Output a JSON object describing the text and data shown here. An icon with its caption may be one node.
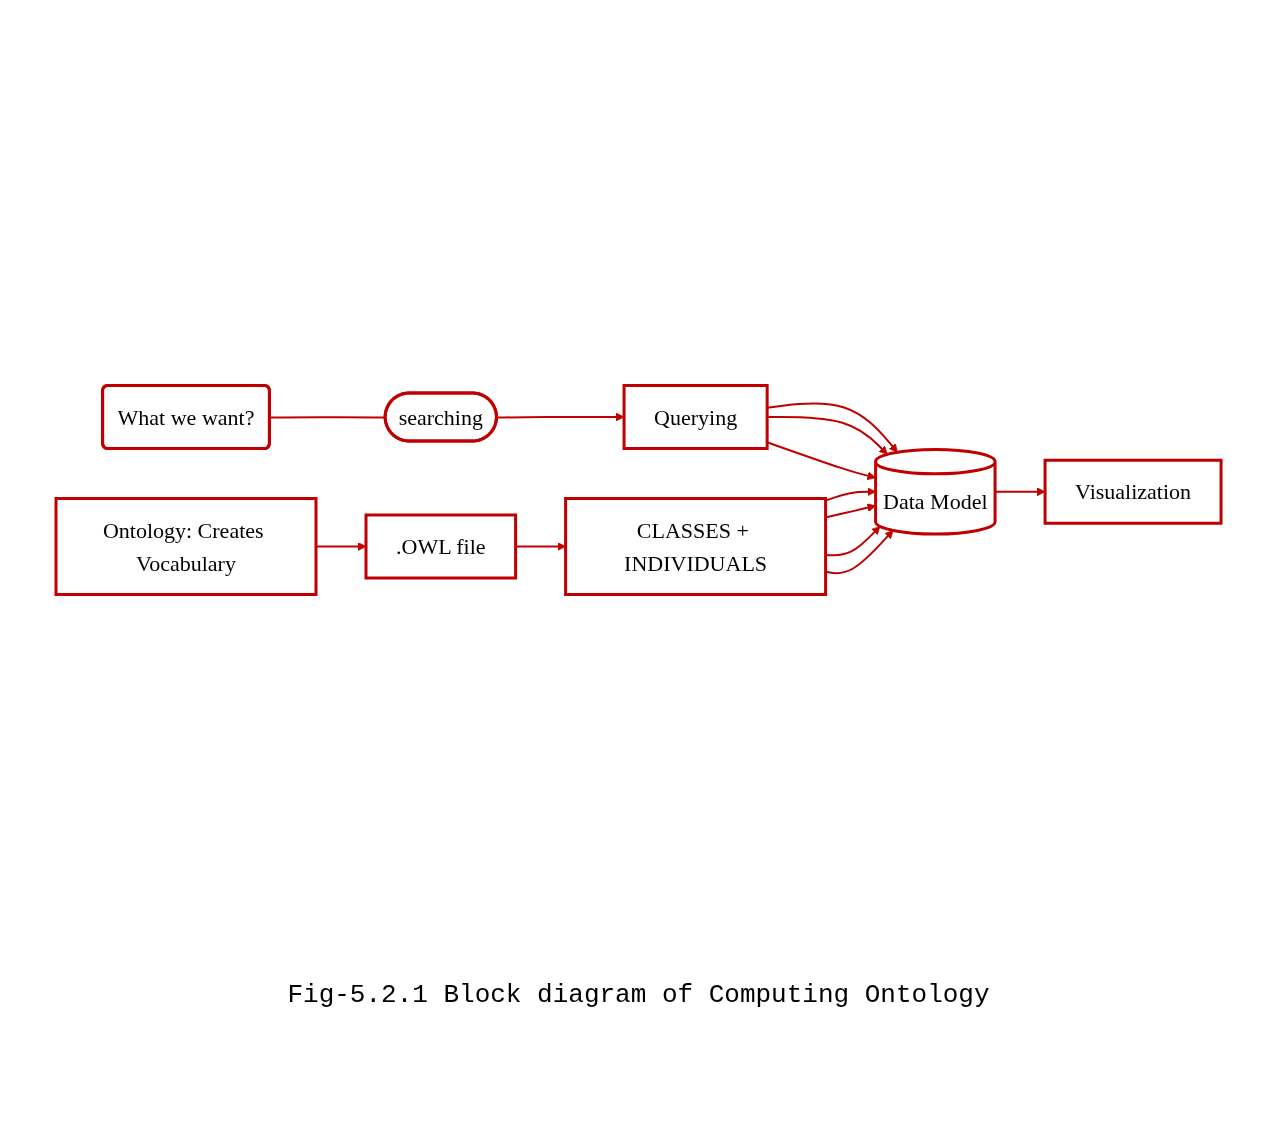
{
  "diagram": {
    "caption": "Fig-5.2.1 Block diagram of Computing Ontology",
    "nodes": [
      {
        "text": [
          "Ontology: Creates Vocabulary"
        ]
      },
      {
        "text": [
          ".OWL file"
        ]
      },
      {
        "text": [
          "CLASSES + INDIVIDUALS"
        ]
      },
      {
        "text": [
          "What we want?"
        ]
      },
      {
        "text": [
          "searching"
        ]
      },
      {
        "text": [
          "Querying"
        ]
      },
      {
        "text": [
          "Data Model"
        ]
      },
      {
        "text": [
          "Visualization"
        ]
      }
    ],
    "edges": [
      {
        "from": 0,
        "to": 1,
        "arrow": "to"
      },
      {
        "from": 1,
        "to": 2,
        "arrow": "to"
      },
      {
        "from": 3,
        "to": 4,
        "arrow": "none"
      },
      {
        "from": 4,
        "to": 5,
        "arrow": "to"
      },
      {
        "from": 5,
        "to": 6,
        "arrow": "to"
      },
      {
        "from": 5,
        "to": 6,
        "arrow": "to"
      },
      {
        "from": 5,
        "to": 6,
        "arrow": "to"
      },
      {
        "from": 2,
        "to": 6,
        "arrow": "to"
      },
      {
        "from": 2,
        "to": 6,
        "arrow": "to"
      },
      {
        "from": 2,
        "to": 6,
        "arrow": "to"
      },
      {
        "from": 2,
        "to": 6,
        "arrow": "to"
      },
      {
        "from": 6,
        "to": 7,
        "arrow": "to"
      }
    ]
  }
}
